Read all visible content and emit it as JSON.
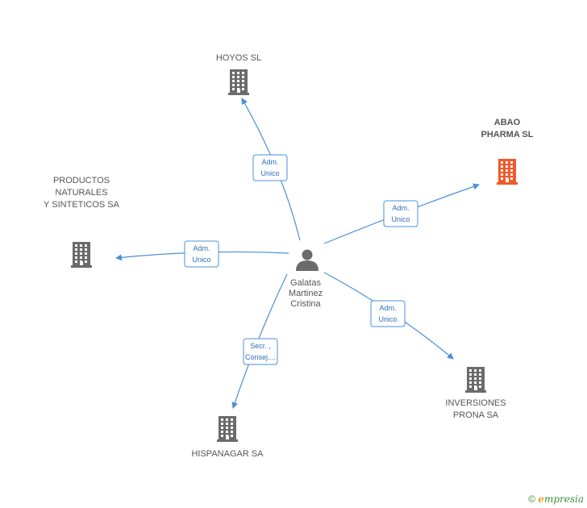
{
  "center": {
    "name_lines": [
      "Galatas",
      "Martinez",
      "Cristina"
    ],
    "icon": "person-icon"
  },
  "companies": [
    {
      "id": "hoyos",
      "lines": [
        "HOYOS SL"
      ],
      "color": "#6b6b6b",
      "highlight": false
    },
    {
      "id": "abao",
      "lines": [
        "ABAO",
        "PHARMA SL"
      ],
      "color": "#f05a28",
      "highlight": true
    },
    {
      "id": "productos",
      "lines": [
        "PRODUCTOS",
        "NATURALES",
        "Y SINTETICOS SA"
      ],
      "color": "#6b6b6b",
      "highlight": false
    },
    {
      "id": "inversiones",
      "lines": [
        "INVERSIONES",
        "PRONA SA"
      ],
      "color": "#6b6b6b",
      "highlight": false
    },
    {
      "id": "hispanagar",
      "lines": [
        "HISPANAGAR SA"
      ],
      "color": "#6b6b6b",
      "highlight": false
    }
  ],
  "edges": [
    {
      "to": "hoyos",
      "label_lines": [
        "Adm.",
        "Unico"
      ]
    },
    {
      "to": "abao",
      "label_lines": [
        "Adm.",
        "Unico"
      ]
    },
    {
      "to": "productos",
      "label_lines": [
        "Adm.",
        "Unico"
      ]
    },
    {
      "to": "inversiones",
      "label_lines": [
        "Adm.",
        "Unico"
      ]
    },
    {
      "to": "hispanagar",
      "label_lines": [
        "Secr. ,",
        "Consej...."
      ]
    }
  ],
  "footer": {
    "copyright": "©",
    "brand_first": "e",
    "brand_rest": "mpresia"
  },
  "colors": {
    "edge": "#4a90d9",
    "building": "#6b6b6b",
    "building_highlight": "#f05a28",
    "person": "#6b6b6b"
  }
}
